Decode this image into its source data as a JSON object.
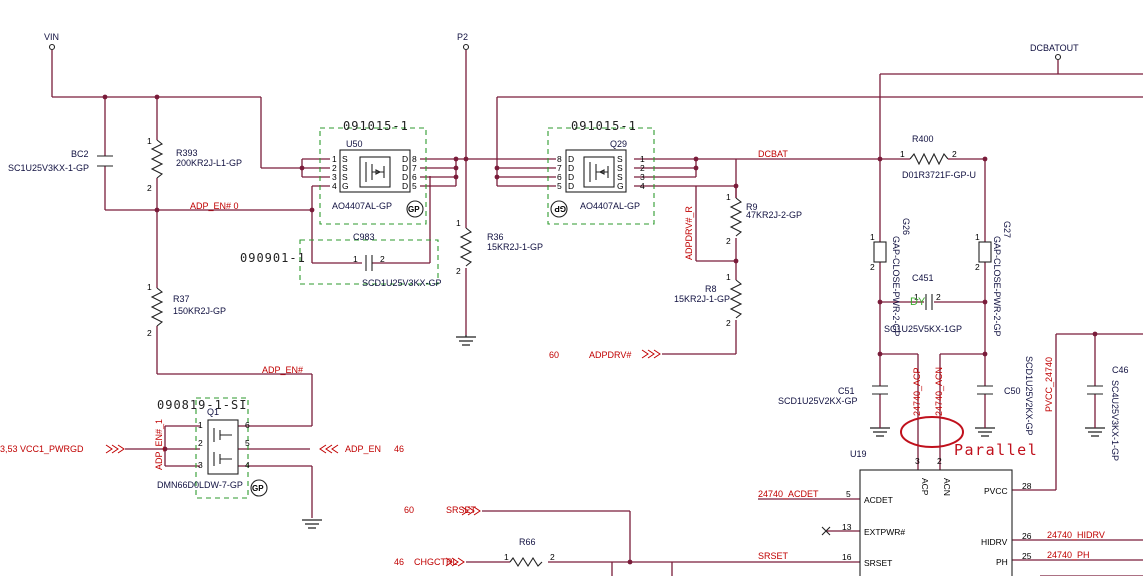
{
  "nets": {
    "vin": "VIN",
    "p2": "P2",
    "dcbatout": "DCBATOUT",
    "dcbat": "DCBAT",
    "adp_en_0": "ADP_EN# 0",
    "adp_en_hash": "ADP_EN#",
    "adp_en_1": "ADP_EN#_1",
    "adp_en": "ADP_EN",
    "adpdrv_r": "ADPDRV#_R",
    "adpdrv": "ADPDRV#",
    "vcc1_pwrgd": "VCC1_PWRGD",
    "srset": "SRSET",
    "srset2": "SRSET",
    "chgctrl": "CHGCTRL",
    "acdet": "24740_ACDET",
    "acp": "24740_ACP",
    "acn": "24740_ACN",
    "pvcc": "PVCC_24740",
    "hidrv": "24740_HIDRV",
    "ph": "24740_PH"
  },
  "refs": {
    "vcc1_left": "3,53",
    "adp_en_right": "46",
    "adpdrv_left": "60",
    "srset_left": "60",
    "chgctrl_left": "46"
  },
  "groups": {
    "g1": "091015-1",
    "g2": "091015-1",
    "g3": "090901-1",
    "g4": "090819-1-SI"
  },
  "annotation": "Parallel",
  "components": {
    "bc2": {
      "ref": "BC2",
      "part": "SC1U25V3KX-1-GP"
    },
    "r393": {
      "ref": "R393",
      "part": "200KR2J-L1-GP"
    },
    "u50": {
      "ref": "U50",
      "part": "AO4407AL-GP"
    },
    "c983": {
      "ref": "C983",
      "part": "SCD1U25V3KX-GP"
    },
    "r36": {
      "ref": "R36",
      "part": "15KR2J-1-GP"
    },
    "q29": {
      "ref": "Q29",
      "part": "AO4407AL-GP"
    },
    "r9": {
      "ref": "R9",
      "part": "47KR2J-2-GP"
    },
    "r8": {
      "ref": "R8",
      "part": "15KR2J-1-GP"
    },
    "r400": {
      "ref": "R400",
      "part": "D01R3721F-GP-U"
    },
    "g26": {
      "ref": "G26",
      "part": "GAP-CLOSE-PWR-2-GP"
    },
    "g27": {
      "ref": "G27",
      "part": "GAP-CLOSE-PWR-2-GP"
    },
    "c451": {
      "ref": "C451",
      "part": "SC1U25V5KX-1GP",
      "alt": "DY"
    },
    "r37": {
      "ref": "R37",
      "part": "150KR2J-GP"
    },
    "q1": {
      "ref": "Q1",
      "part": "DMN66D0LDW-7-GP"
    },
    "c51": {
      "ref": "C51",
      "part": "SCD1U25V2KX-GP"
    },
    "c50": {
      "ref": "C50",
      "part": ""
    },
    "c46": {
      "ref": "C46",
      "part": "SC4U25V3KX-1-GP"
    },
    "cx": {
      "part": "SCD1U25V2KX-GP"
    },
    "r66": {
      "ref": "R66"
    },
    "u19": {
      "ref": "U19"
    }
  },
  "u19_pins": {
    "acdet": {
      "num": "5",
      "name": "ACDET"
    },
    "extpwr": {
      "num": "13",
      "name": "EXTPWR#"
    },
    "srset": {
      "num": "16",
      "name": "SRSET"
    },
    "acp": {
      "num": "3",
      "name": "ACP"
    },
    "acn": {
      "num": "2",
      "name": "ACN"
    },
    "pvcc": {
      "num": "28",
      "name": "PVCC"
    },
    "hidrv": {
      "num": "26",
      "name": "HIDRV"
    },
    "ph": {
      "num": "25",
      "name": "PH"
    }
  },
  "badges": {
    "gp": "GP"
  },
  "colors": {
    "wire": "#7a1c3a",
    "net_label": "#c00000",
    "group_box": "#2e9a2e",
    "annotation": "#c0101c"
  }
}
